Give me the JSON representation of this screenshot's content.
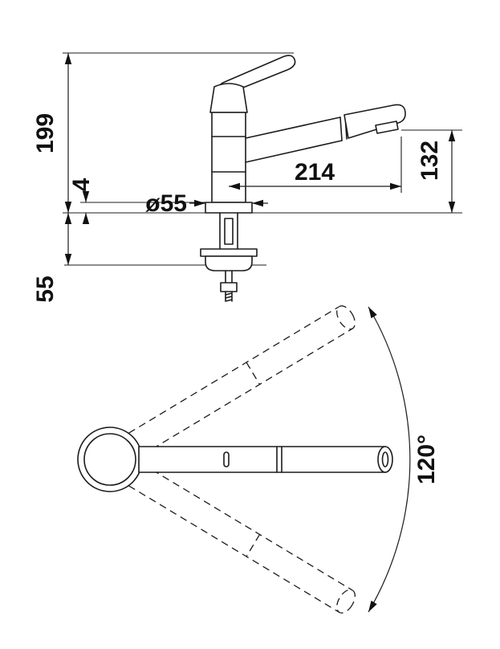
{
  "labels": {
    "height_above_counter": "199",
    "max_counter_thickness": "55",
    "base_plate_height": "4",
    "base_diameter": "ø55",
    "spout_reach": "214",
    "spout_outlet_height": "132",
    "swivel_angle": "120°"
  }
}
